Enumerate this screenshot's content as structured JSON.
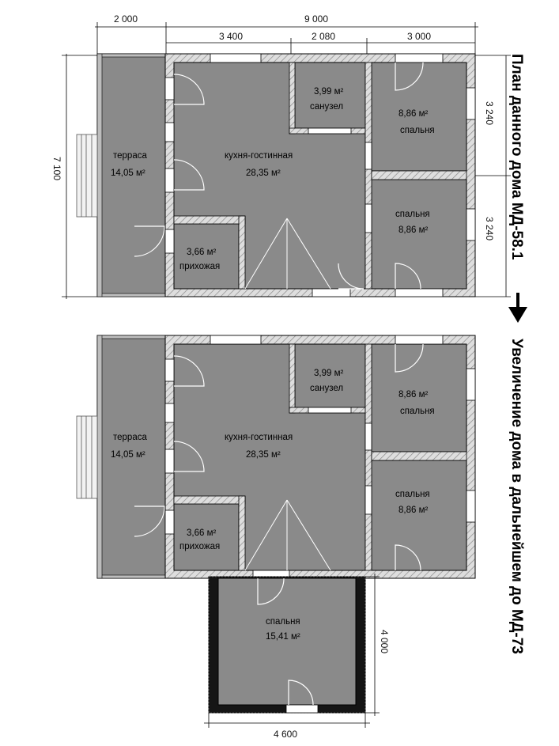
{
  "plan1": {
    "dims": {
      "terrace_width": "2 000",
      "total_width": "9 000",
      "kitchen_width": "3 400",
      "bath_width": "2 080",
      "bedroom_width": "3 000",
      "total_height": "7 100",
      "bedroom_top_height": "3 240",
      "bedroom_bottom_height": "3 240"
    },
    "rooms": {
      "terrace": {
        "name": "терраса",
        "area": "14,05 м²"
      },
      "kitchen": {
        "name": "кухня-гостинная",
        "area": "28,35 м²"
      },
      "bath": {
        "name": "санузел",
        "area": "3,99 м²"
      },
      "bedroom_top": {
        "name": "спальня",
        "area": "8,86 м²"
      },
      "bedroom_bottom": {
        "name": "спальня",
        "area": "8,86 м²"
      },
      "hall": {
        "name": "прихожая",
        "area": "3,66 м²"
      }
    }
  },
  "plan2": {
    "rooms": {
      "terrace": {
        "name": "терраса",
        "area": "14,05 м²"
      },
      "kitchen": {
        "name": "кухня-гостинная",
        "area": "28,35 м²"
      },
      "bath": {
        "name": "санузел",
        "area": "3,99 м²"
      },
      "bedroom_top": {
        "name": "спальня",
        "area": "8,86 м²"
      },
      "bedroom_bottom": {
        "name": "спальня",
        "area": "8,86 м²"
      },
      "hall": {
        "name": "прихожая",
        "area": "3,66 м²"
      },
      "extension": {
        "name": "спальня",
        "area": "15,41 м²"
      }
    },
    "dims": {
      "extension_height": "4 000",
      "extension_width": "4 600"
    }
  },
  "titles": {
    "top": "План данного дома МД-58.1",
    "bottom": "Увеличение дома в дальнейшем до МД-73"
  },
  "colors": {
    "room_fill": "#8a8a8a",
    "wall_fill": "#d9d9d9",
    "wall_stroke": "#000000",
    "ext_wall": "#151515"
  }
}
